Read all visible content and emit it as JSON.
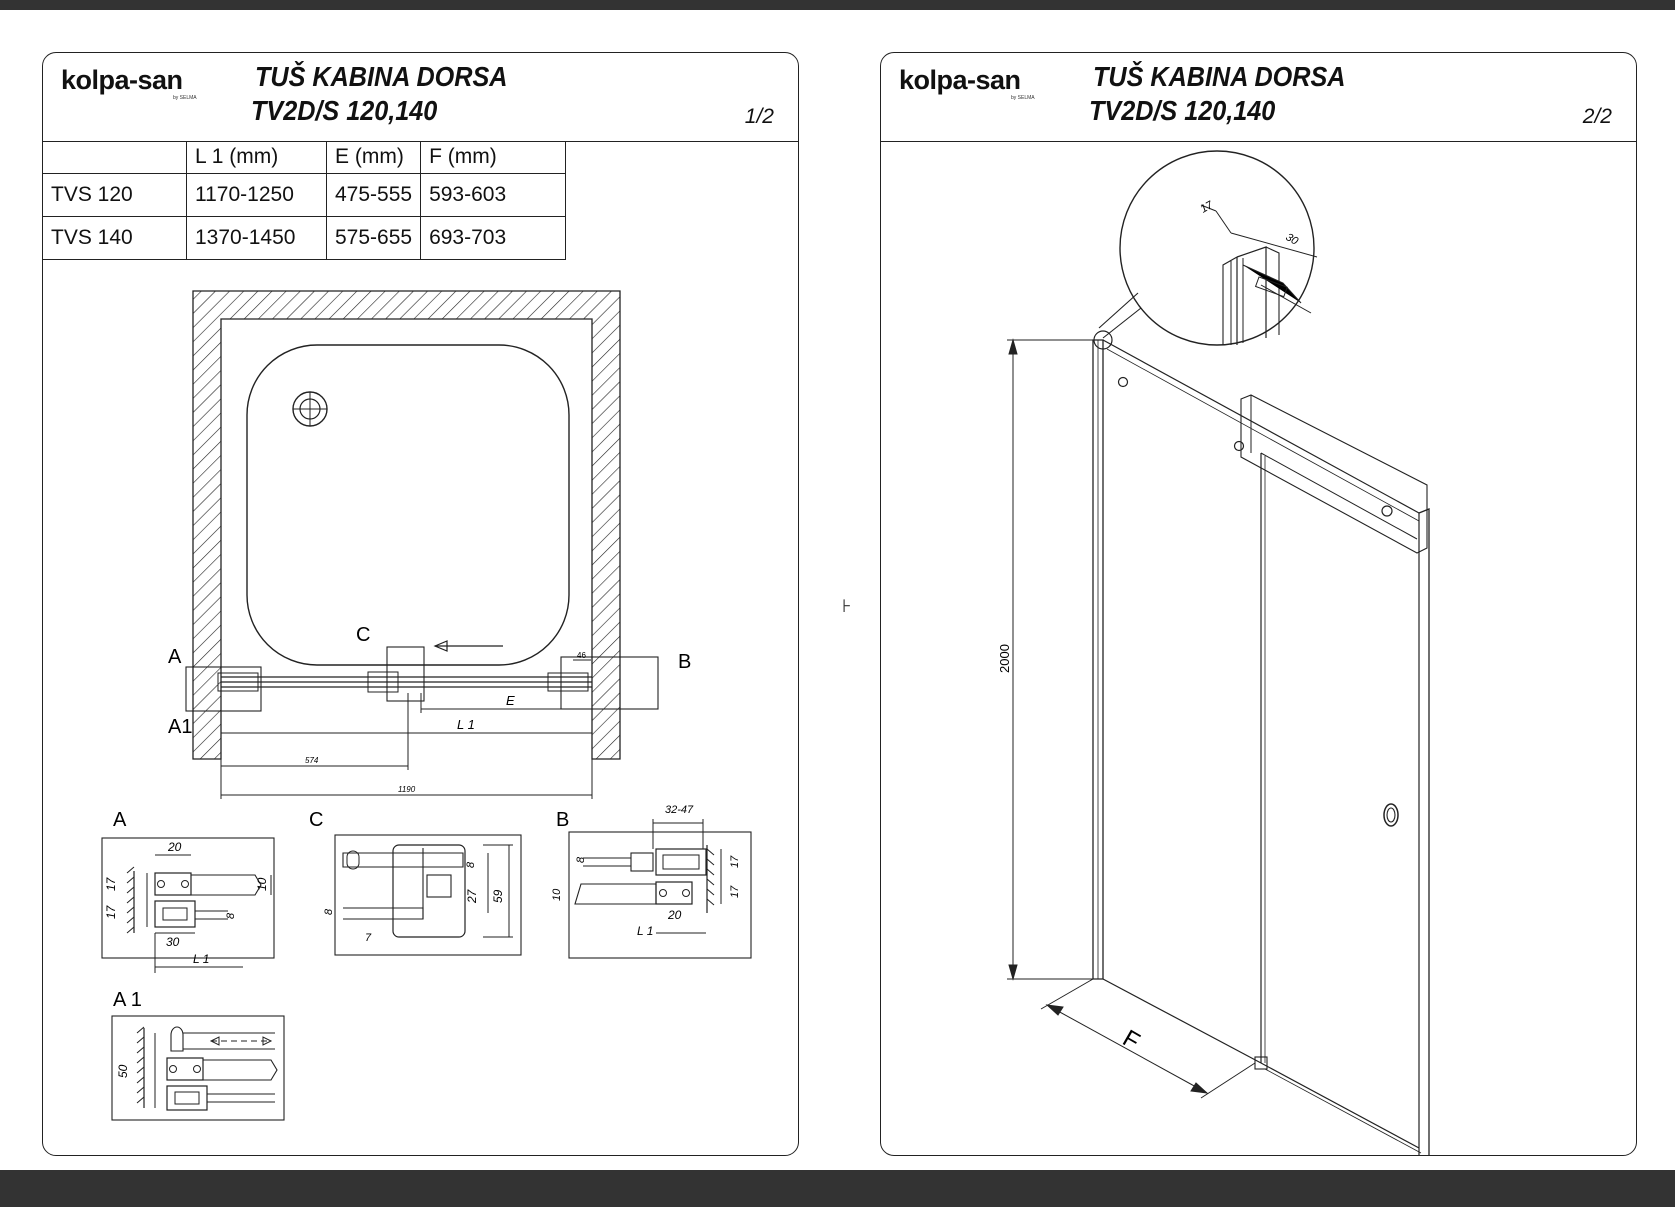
{
  "brand": "kolpa-san",
  "brand_sub": "by SELMA",
  "sheets": [
    {
      "title_line1": "TUŠ KABINA DORSA",
      "title_line2": "TV2D/S 120,140",
      "page": "1/2"
    },
    {
      "title_line1": "TUŠ KABINA DORSA",
      "title_line2": "TV2D/S 120,140",
      "page": "2/2"
    }
  ],
  "spec_table": {
    "headers": [
      "",
      "L 1 (mm)",
      "E (mm)",
      "F (mm)"
    ],
    "rows": [
      [
        "TVS 120",
        "1170-1250",
        "475-555",
        "593-603"
      ],
      [
        "TVS 140",
        "1370-1450",
        "575-655",
        "693-703"
      ]
    ]
  },
  "plan_labels": {
    "a": "A",
    "a1": "A1",
    "b": "B",
    "c": "C",
    "e": "E",
    "l1": "L 1",
    "d574": "574",
    "d1190": "1190",
    "d46": "46"
  },
  "detail_labels": {
    "a": "A",
    "c": "C",
    "b": "B",
    "a1": "A 1",
    "a_20": "20",
    "a_17a": "17",
    "a_17b": "17",
    "a_10": "10",
    "a_8": "8",
    "a_30": "30",
    "a_l1": "L 1",
    "c_8": "8",
    "c_27": "27",
    "c_59": "59",
    "c_8b": "8",
    "c_7": "7",
    "b_3247": "32-47",
    "b_8": "8",
    "b_10": "10",
    "b_17a": "17",
    "b_17b": "17",
    "b_20": "20",
    "b_l1": "L 1",
    "a1_50": "50"
  },
  "view_labels": {
    "d17": "17",
    "d30": "30",
    "height": "2000",
    "f": "F"
  },
  "cut_mark": "⊦"
}
